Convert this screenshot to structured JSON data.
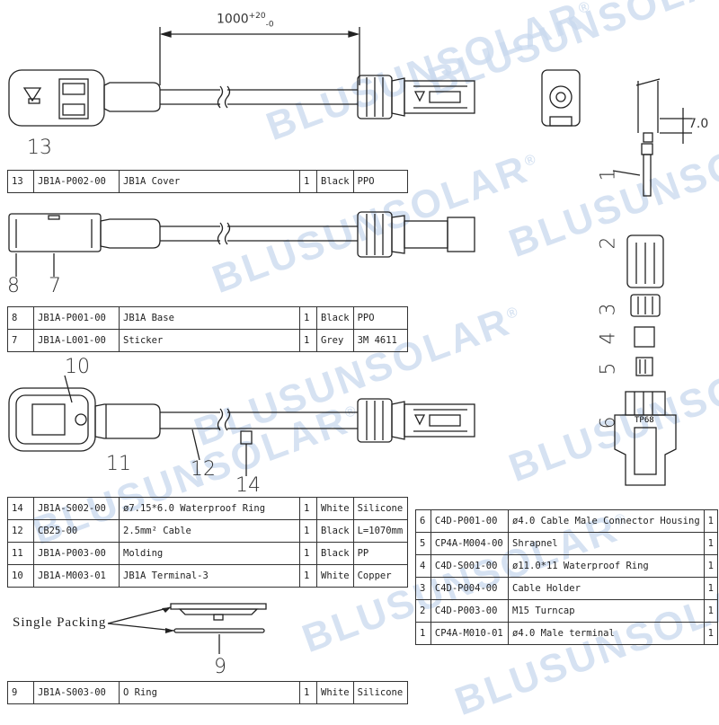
{
  "brand": "BLUSUNSOLAR",
  "dimensions": {
    "length": "1000",
    "tolerance": "+20",
    "tolerance_low": "-0",
    "strip": "7.0"
  },
  "single_packing": "Single Packing",
  "connector_marking": "TP68",
  "callouts": [
    "13",
    "8",
    "7",
    "10",
    "11",
    "12",
    "14",
    "9",
    "1",
    "2",
    "3",
    "4",
    "5",
    "6"
  ],
  "bom_left": [
    {
      "no": "13",
      "code": "JB1A-P002-00",
      "desc": "JB1A Cover",
      "qty": "1",
      "color": "Black",
      "mat": "PPO"
    },
    {
      "no": "8",
      "code": "JB1A-P001-00",
      "desc": "JB1A Base",
      "qty": "1",
      "color": "Black",
      "mat": "PPO"
    },
    {
      "no": "7",
      "code": "JB1A-L001-00",
      "desc": "Sticker",
      "qty": "1",
      "color": "Grey",
      "mat": "3M 4611"
    },
    {
      "no": "14",
      "code": "JB1A-S002-00",
      "desc": "ø7.15*6.0 Waterproof Ring",
      "qty": "1",
      "color": "White",
      "mat": "Silicone"
    },
    {
      "no": "12",
      "code": "CB25-00",
      "desc": "2.5mm² Cable",
      "qty": "1",
      "color": "Black",
      "mat": "L=1070mm"
    },
    {
      "no": "11",
      "code": "JB1A-P003-00",
      "desc": "Molding",
      "qty": "1",
      "color": "Black",
      "mat": "PP"
    },
    {
      "no": "10",
      "code": "JB1A-M003-01",
      "desc": "JB1A Terminal-3",
      "qty": "1",
      "color": "White",
      "mat": "Copper"
    },
    {
      "no": "9",
      "code": "JB1A-S003-00",
      "desc": "O Ring",
      "qty": "1",
      "color": "White",
      "mat": "Silicone"
    }
  ],
  "bom_right": [
    {
      "no": "6",
      "code": "C4D-P001-00",
      "desc": "ø4.0 Cable Male Connector Housing",
      "qty": "1"
    },
    {
      "no": "5",
      "code": "CP4A-M004-00",
      "desc": "Shrapnel",
      "qty": "1"
    },
    {
      "no": "4",
      "code": "C4D-S001-00",
      "desc": "ø11.0*11 Waterproof Ring",
      "qty": "1"
    },
    {
      "no": "3",
      "code": "C4D-P004-00",
      "desc": "Cable Holder",
      "qty": "1"
    },
    {
      "no": "2",
      "code": "C4D-P003-00",
      "desc": "M15 Turncap",
      "qty": "1"
    },
    {
      "no": "1",
      "code": "CP4A-M010-01",
      "desc": "ø4.0 Male terminal",
      "qty": "1"
    }
  ]
}
